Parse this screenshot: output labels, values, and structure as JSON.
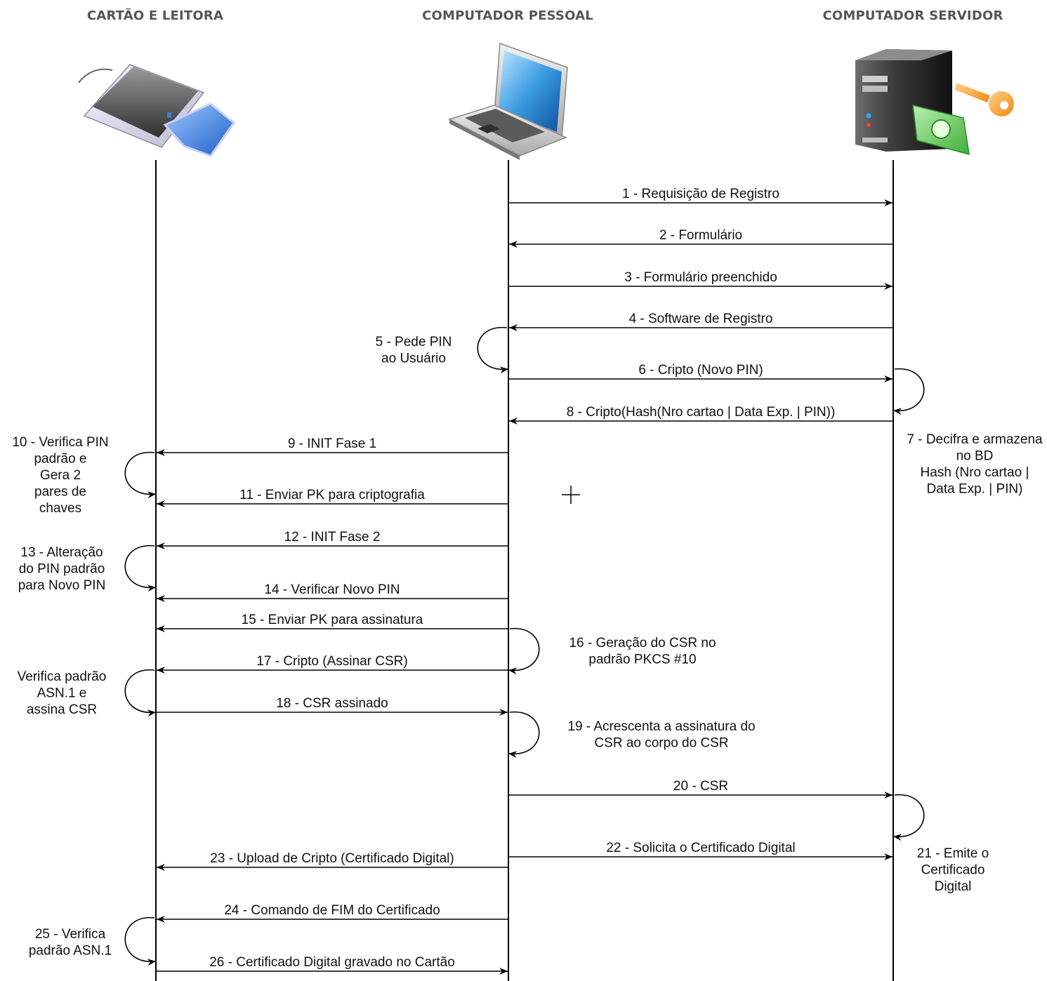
{
  "lanes": [
    {
      "id": "card",
      "title": "CARTÃO E LEITORA",
      "icon": "card-reader-icon"
    },
    {
      "id": "pc",
      "title": "COMPUTADOR PESSOAL",
      "icon": "laptop-icon"
    },
    {
      "id": "server",
      "title": "COMPUTADOR SERVIDOR",
      "icon": "server-icon"
    }
  ],
  "messages": [
    {
      "from": "pc",
      "to": "server",
      "label": "1 - Requisição de Registro"
    },
    {
      "from": "server",
      "to": "pc",
      "label": "2 - Formulário"
    },
    {
      "from": "pc",
      "to": "server",
      "label": "3 - Formulário preenchido"
    },
    {
      "from": "server",
      "to": "pc",
      "label": "4 - Software de Registro"
    },
    {
      "from": "pc",
      "to": "server",
      "label": "6 - Cripto (Novo PIN)"
    },
    {
      "from": "server",
      "to": "pc",
      "label": "8 - Cripto(Hash(Nro cartao | Data Exp. | PIN))"
    },
    {
      "from": "pc",
      "to": "card",
      "label": "9 - INIT Fase 1"
    },
    {
      "from": "pc",
      "to": "card",
      "label": "11 - Enviar PK para criptografia"
    },
    {
      "from": "pc",
      "to": "card",
      "label": "12 - INIT Fase 2"
    },
    {
      "from": "pc",
      "to": "card",
      "label": "14 - Verificar Novo PIN"
    },
    {
      "from": "pc",
      "to": "card",
      "label": "15 - Enviar PK para assinatura"
    },
    {
      "from": "pc",
      "to": "card",
      "label": "17 - Cripto (Assinar CSR)"
    },
    {
      "from": "card",
      "to": "pc",
      "label": "18 - CSR assinado"
    },
    {
      "from": "pc",
      "to": "server",
      "label": "20 - CSR"
    },
    {
      "from": "pc",
      "to": "server",
      "label": "22 - Solicita o Certificado Digital"
    },
    {
      "from": "pc",
      "to": "card",
      "label": "23 - Upload de Cripto (Certificado Digital)"
    },
    {
      "from": "pc",
      "to": "card",
      "label": "24 - Comando de FIM do Certificado"
    },
    {
      "from": "card",
      "to": "pc",
      "label": "26 - Certificado Digital gravado no Cartão"
    }
  ],
  "self_steps": [
    {
      "lane": "pc",
      "lines": [
        "5 - Pede PIN",
        "ao Usuário"
      ]
    },
    {
      "lane": "server",
      "lines": [
        "7 - Decifra e armazena",
        "no BD",
        "Hash (Nro cartao |",
        "Data Exp. | PIN)"
      ]
    },
    {
      "lane": "card",
      "lines": [
        "10 - Verifica PIN",
        "padrão e",
        "Gera 2",
        "pares de",
        "chaves"
      ]
    },
    {
      "lane": "card",
      "lines": [
        "13 - Alteração",
        "do PIN padrão",
        "para Novo PIN"
      ]
    },
    {
      "lane": "pc",
      "lines": [
        "16 - Geração do CSR no",
        "padrão PKCS #10"
      ]
    },
    {
      "lane": "card",
      "lines": [
        "Verifica padrão",
        "ASN.1 e",
        "assina CSR"
      ]
    },
    {
      "lane": "pc",
      "lines": [
        "19 - Acrescenta a assinatura do",
        "CSR ao corpo do CSR"
      ]
    },
    {
      "lane": "server",
      "lines": [
        "21 - Emite o",
        "Certificado",
        "Digital"
      ]
    },
    {
      "lane": "card",
      "lines": [
        "25 - Verifica",
        "padrão ASN.1"
      ]
    }
  ],
  "colors": {
    "line": "#000000",
    "text": "#111111",
    "header": "#555555"
  }
}
